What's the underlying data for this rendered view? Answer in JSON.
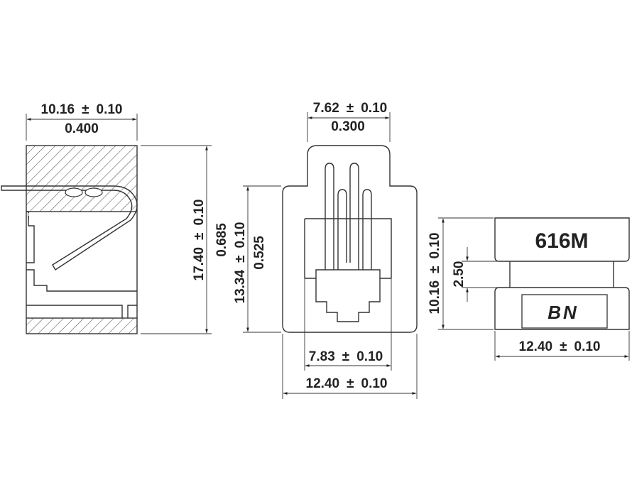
{
  "side_view": {
    "width": {
      "mm": "10.16",
      "sym": "±",
      "tol": "0.10",
      "inch": "0.400"
    },
    "height": {
      "mm": "17.40",
      "sym": "±",
      "tol": "0.10",
      "inch": "0.685"
    }
  },
  "front_view": {
    "top_width": {
      "mm": "7.62",
      "sym": "±",
      "tol": "0.10",
      "inch": "0.300"
    },
    "height": {
      "mm": "13.34",
      "sym": "±",
      "tol": "0.10",
      "inch": "0.525"
    },
    "opening_width": {
      "mm": "7.83",
      "sym": "±",
      "tol": "0.10"
    },
    "width": {
      "mm": "12.40",
      "sym": "±",
      "tol": "0.10"
    }
  },
  "top_view": {
    "part_number": "616M",
    "brand": "BN",
    "height": {
      "mm": "10.16",
      "sym": "±",
      "tol": "0.10"
    },
    "gap": {
      "mm": "2.50"
    },
    "width": {
      "mm": "12.40",
      "sym": "±",
      "tol": "0.10"
    }
  }
}
